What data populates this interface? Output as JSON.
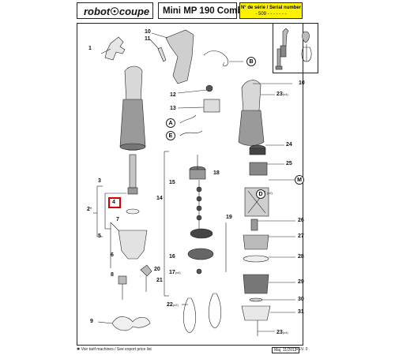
{
  "header": {
    "brand_left": "robot",
    "brand_right": "coupe",
    "model": "Mini MP 190 Combi",
    "serial_label": "N° de série / Serial number",
    "serial_value": "- 509 - - - - -   - -"
  },
  "parts": {
    "p1": "1",
    "p2": "2",
    "p2sup": "*",
    "p3": "3",
    "p4": "4",
    "p5": "5",
    "p6": "6",
    "p7": "7",
    "p8": "8",
    "p9": "9",
    "p10a": "10",
    "p10b": "10",
    "p11": "11",
    "p12": "12",
    "p13": "13",
    "p14": "14",
    "p15": "15",
    "p16": "16",
    "p17": "17",
    "p17sup": "(x4)",
    "p18": "18",
    "p19": "19",
    "p20": "20",
    "p21": "21",
    "p22": "22",
    "p22sup": "(x2)",
    "p23a": "23",
    "p23asup": "(x4)",
    "p23b": "23",
    "p23bsup": "(x4)",
    "p24": "24",
    "p25": "25",
    "p26": "26",
    "p27": "27",
    "p28": "28",
    "p29": "29",
    "p30": "30",
    "p31": "31"
  },
  "callouts": {
    "A": "A",
    "B": "B",
    "D": "D",
    "Dsup": "(x2)",
    "E": "E",
    "M": "M"
  },
  "footer": {
    "note": "✱ Voir tarif machines / See export price list",
    "date": "Maj. 11/2012",
    "rev": "REV. 0"
  },
  "colors": {
    "highlight": "#d40000",
    "serial_bg": "#fff200",
    "line": "#222222",
    "part_gray": "#9a9a9a"
  }
}
